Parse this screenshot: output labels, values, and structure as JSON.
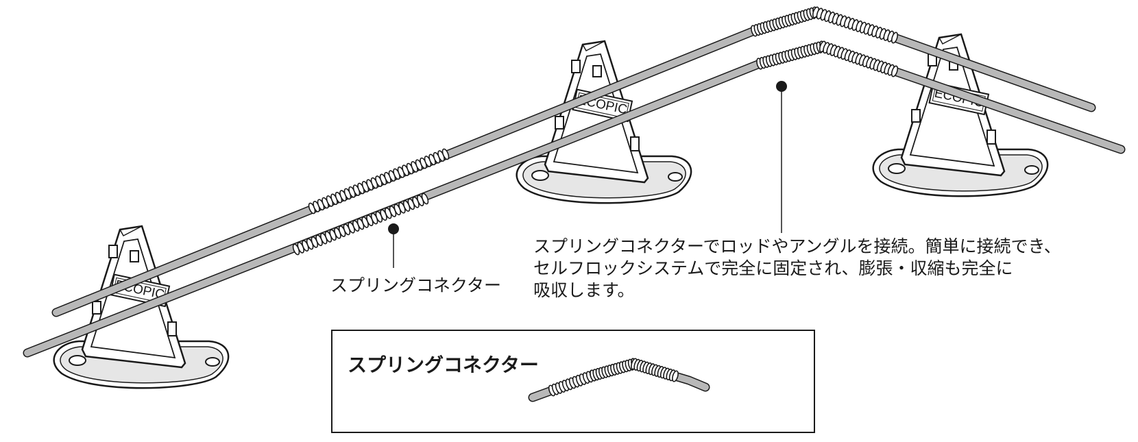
{
  "brand_logo_text": "ECOPIC",
  "callouts": {
    "spring_label": "スプリングコネクター",
    "description_lines": [
      "スプリングコネクターでロッドやアングルを接続。簡単に接続でき、",
      "セルフロックシステムで完全に固定され、膨張・収縮も完全に",
      "吸収します。"
    ]
  },
  "inset": {
    "title": "スプリングコネクター"
  },
  "colors": {
    "line": "#1a1a1a",
    "rod_fill": "#b8b8b8",
    "background": "#ffffff"
  }
}
